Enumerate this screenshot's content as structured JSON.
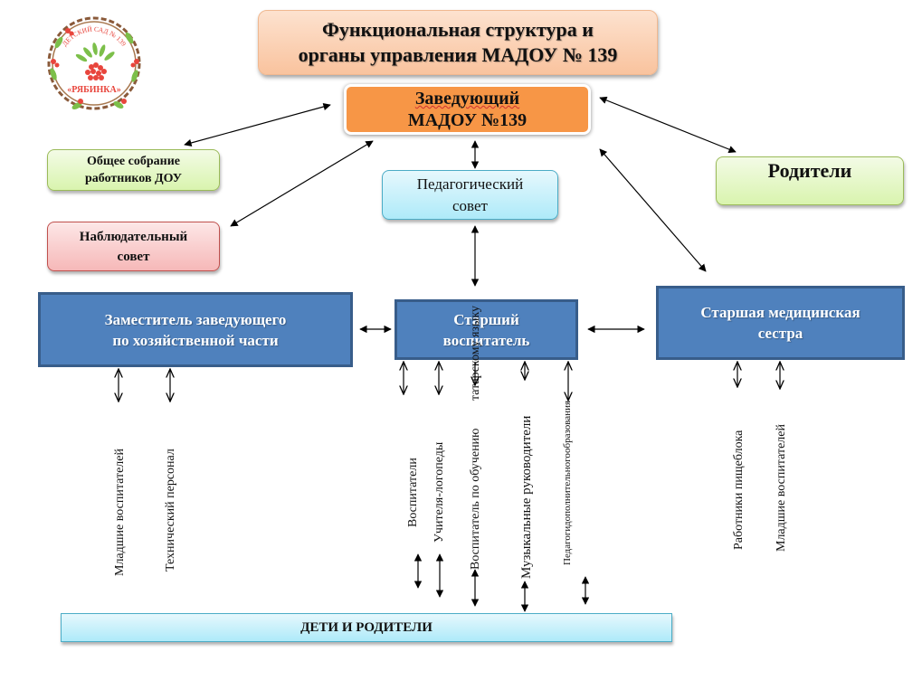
{
  "title": {
    "line1": "Функциональная структура и",
    "line2": "органы управления МАДОУ № 139"
  },
  "logo": {
    "top_text": "ДЕТСКИЙ САД № 139",
    "name": "«РЯБИНКА»",
    "icon": "rowan-berry-wreath-logo"
  },
  "head": {
    "line1": "Заведующий",
    "line2": "МАДОУ №139"
  },
  "general_meeting": {
    "line1": "Общее собрание",
    "line2": "работников ДОУ"
  },
  "supervisory_board": {
    "line1": "Наблюдательный",
    "line2": "совет"
  },
  "pedagogical_council": {
    "line1": "Педагогический",
    "line2": "совет"
  },
  "parents": {
    "label": "Родители"
  },
  "deputy": {
    "line1": "Заместитель заведующего",
    "line2": "по хозяйственной части"
  },
  "senior_educator": {
    "line1": "Старший",
    "line2": "воспитатель"
  },
  "senior_nurse": {
    "line1": "Старшая медицинская",
    "line2": "сестра"
  },
  "deputy_staff": [
    "Младшие воспитателей",
    "Технический персонал"
  ],
  "educator_staff": {
    "educators": "Воспитатели",
    "speech_therapists": "Учителя-логопеды",
    "tatar_teacher_line1": "Воспитатель  по обучению",
    "tatar_teacher_line2": "татарскому языку",
    "music_directors": "Музыкальные руководители",
    "additional_ed_line1": "Педагоги",
    "additional_ed_line2": "дополнительного",
    "additional_ed_line3": "образования"
  },
  "nurse_staff": [
    "Работники пищеблока",
    "Младшие воспитателей"
  ],
  "bottom": {
    "label": "ДЕТИ  И РОДИТЕЛИ"
  }
}
